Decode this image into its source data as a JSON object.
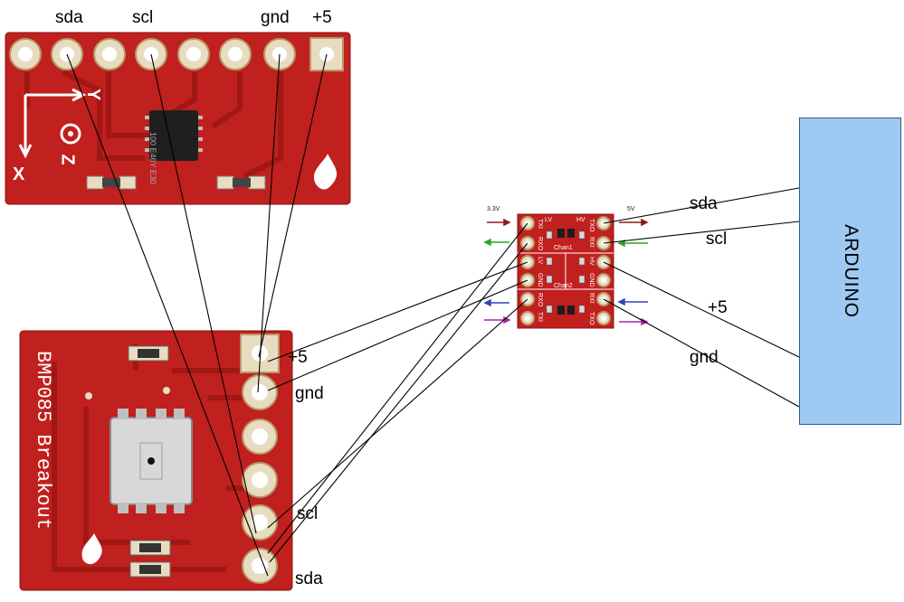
{
  "accel_board": {
    "pin_labels": {
      "sda": "sda",
      "scl": "scl",
      "gnd": "gnd",
      "vcc": "+5"
    },
    "chip_text": "100 E46Y E30",
    "axis_labels": {
      "x": "X",
      "y": "Y",
      "z": "Z"
    }
  },
  "bmp_board": {
    "title": "BMP085 Breakout",
    "pin_labels": {
      "vcc": "+5",
      "gnd": "gnd",
      "scl": "scl",
      "sda": "sda"
    }
  },
  "level_shifter": {
    "low_side_voltage": "3.3V",
    "high_side_voltage": "5V",
    "left_pins": [
      "TXI",
      "RXO",
      "LV",
      "GND",
      "RXO",
      "TXI"
    ],
    "right_pins": [
      "TXO",
      "RXI",
      "HV",
      "GND",
      "RXI",
      "TXO"
    ],
    "channel1": "Chan1",
    "channel2": "Chan2",
    "lv_label": "LV",
    "hv_label": "HV",
    "arrow_colors": [
      "#8b1a1a",
      "#22aa22",
      "#3344bb",
      "#aa22aa"
    ]
  },
  "arduino": {
    "label": "ARDUINO",
    "color": "#9dc9f2",
    "pin_labels": {
      "sda": "sda",
      "scl": "scl",
      "vcc": "+5",
      "gnd": "gnd"
    }
  },
  "colors": {
    "board_red": "#c0201e",
    "trace_red": "#a51613",
    "pad": "#e6d6b0"
  }
}
